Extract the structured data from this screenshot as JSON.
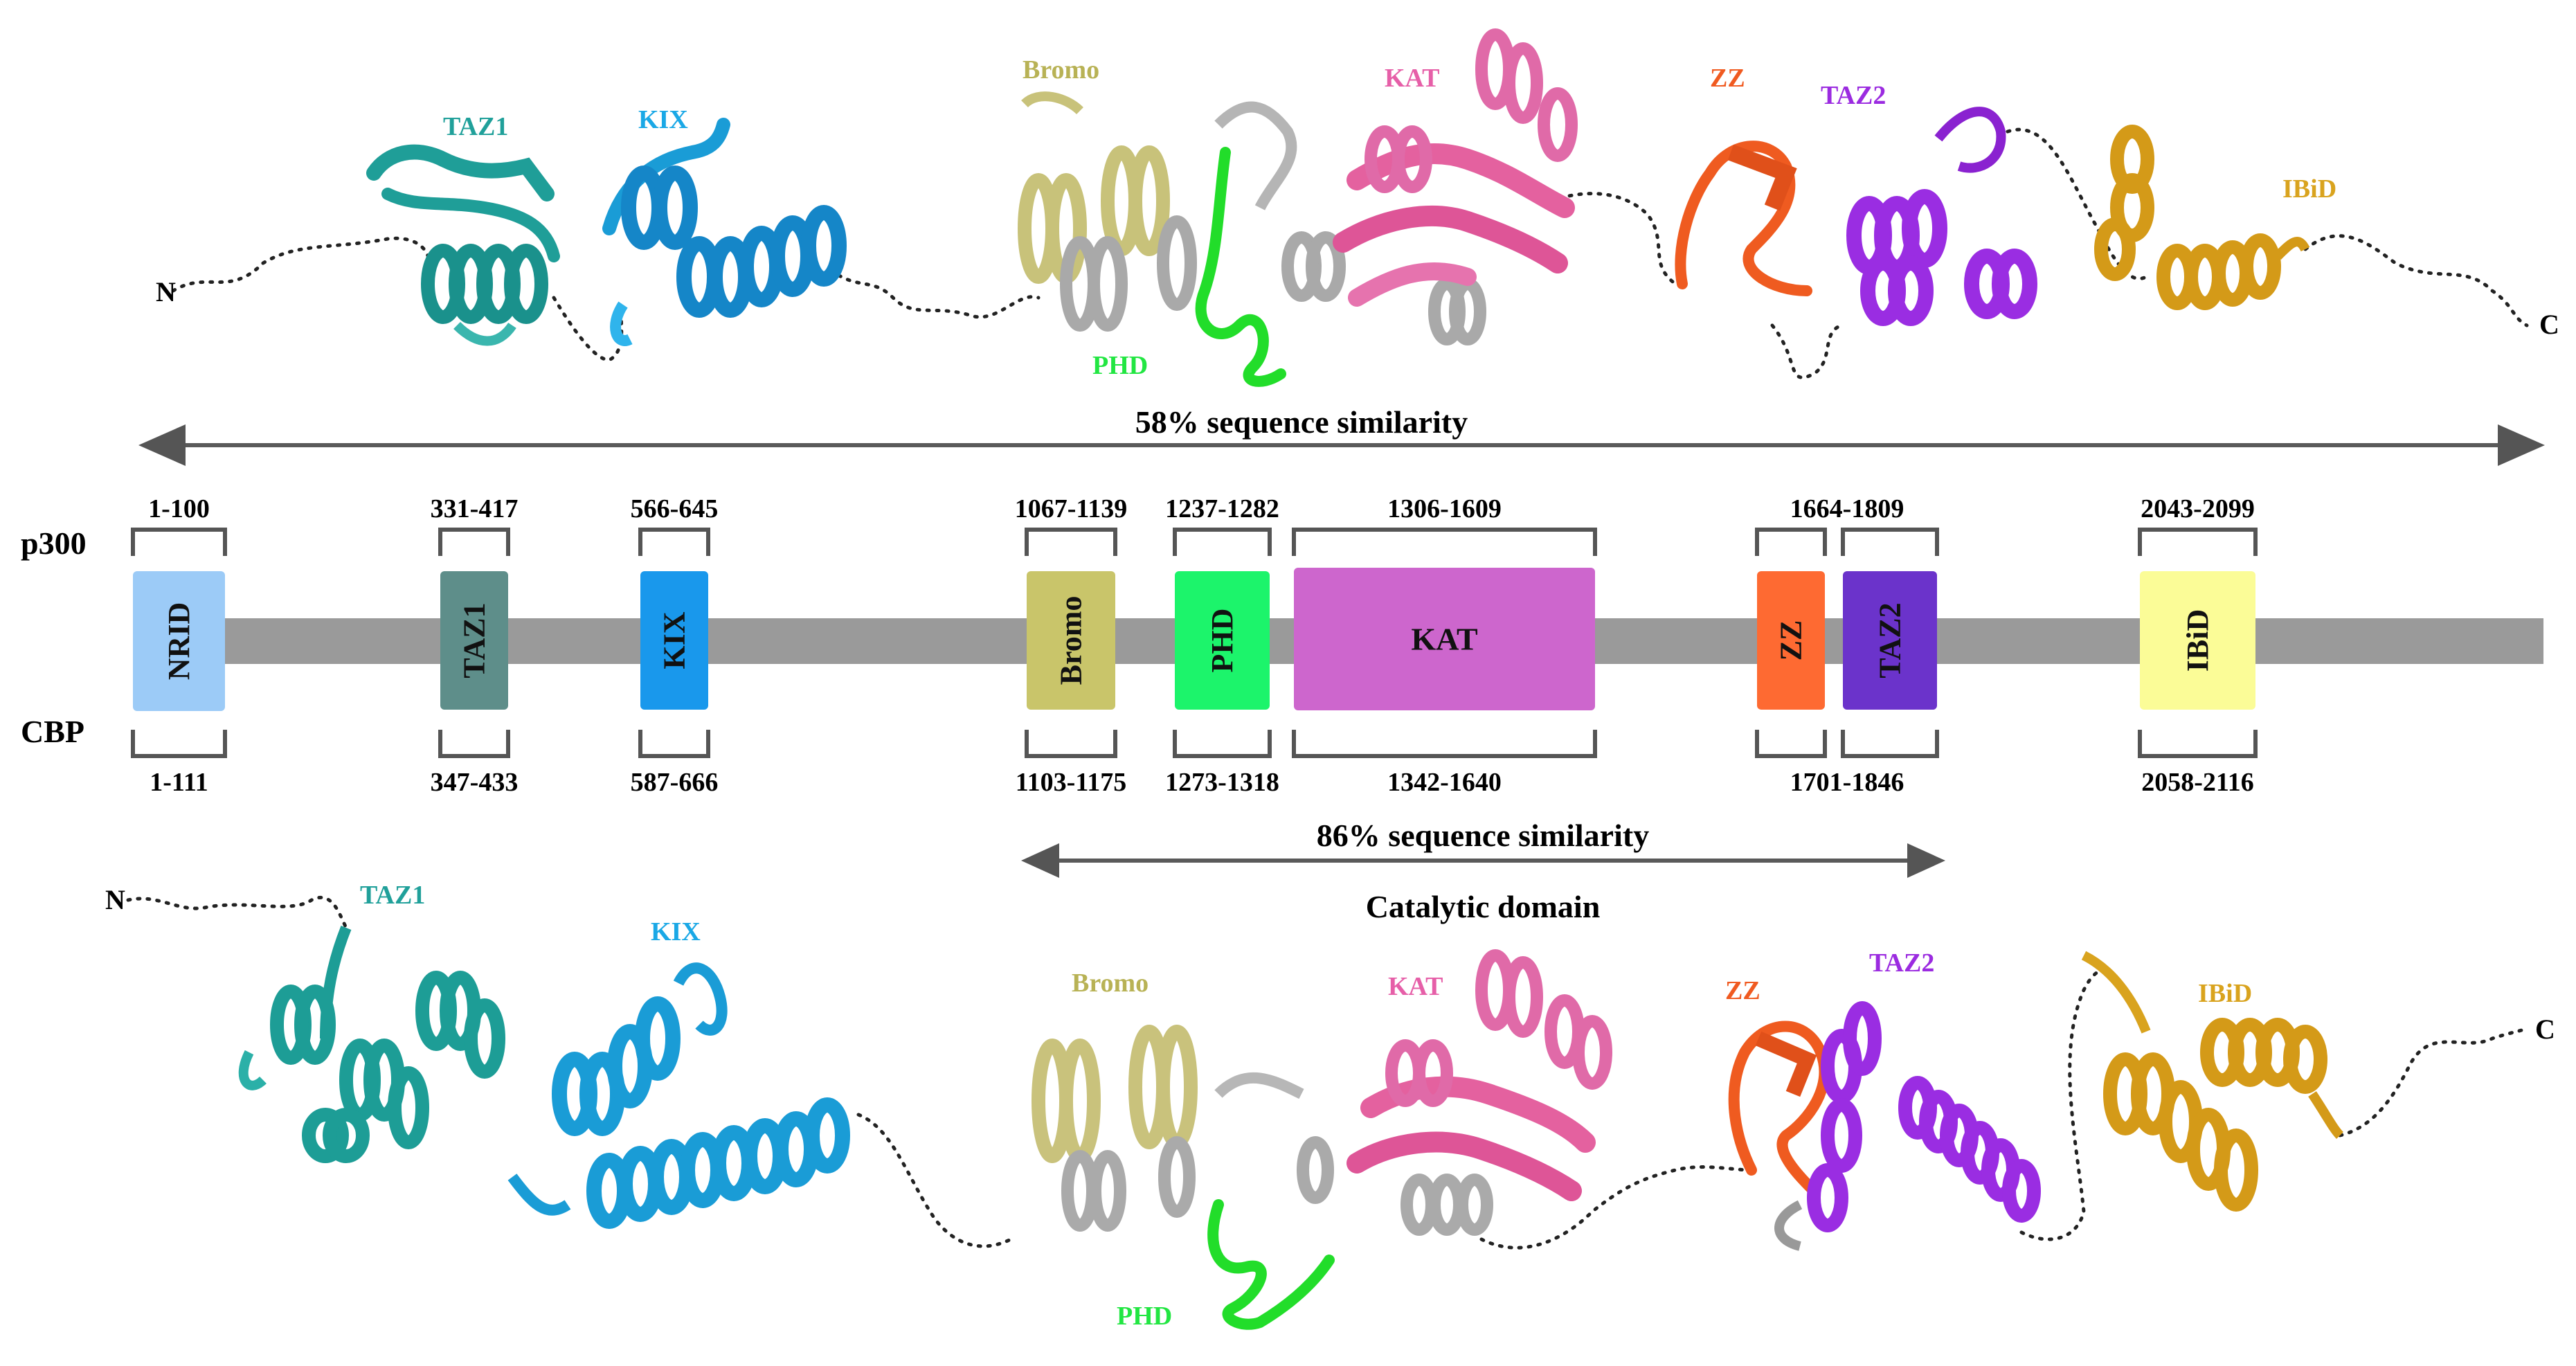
{
  "protein_labels": {
    "top": "p300",
    "bottom": "CBP"
  },
  "top_arrow": {
    "text": "58% sequence similarity",
    "color": "#5a5a5a"
  },
  "bottom_arrow": {
    "text": "86% sequence similarity",
    "caption": "Catalytic domain",
    "color": "#5a5a5a"
  },
  "domains": [
    {
      "id": "nrid",
      "label": "NRID",
      "p300": "1-100",
      "cbp": "1-111",
      "color": "#9ccbf7",
      "text_color": "#111111",
      "vertical": true
    },
    {
      "id": "taz1",
      "label": "TAZ1",
      "p300": "331-417",
      "cbp": "347-433",
      "color": "#5e8e8a",
      "text_color": "#111111",
      "vertical": true
    },
    {
      "id": "kix",
      "label": "KIX",
      "p300": "566-645",
      "cbp": "587-666",
      "color": "#1998ec",
      "text_color": "#111111",
      "vertical": true
    },
    {
      "id": "bromo",
      "label": "Bromo",
      "p300": "1067-1139",
      "cbp": "1103-1175",
      "color": "#c9c56a",
      "text_color": "#111111",
      "vertical": true
    },
    {
      "id": "phd",
      "label": "PHD",
      "p300": "1237-1282",
      "cbp": "1273-1318",
      "color": "#1cf46b",
      "text_color": "#111111",
      "vertical": true
    },
    {
      "id": "kat",
      "label": "KAT",
      "p300": "1306-1609",
      "cbp": "1342-1640",
      "color": "#cd66cd",
      "text_color": "#111111",
      "vertical": false
    },
    {
      "id": "zz",
      "label": "ZZ",
      "p300": "1664-1809",
      "cbp": "1701-1846",
      "color": "#fe6a32",
      "text_color": "#111111",
      "vertical": true
    },
    {
      "id": "taz2",
      "label": "TAZ2",
      "p300": "1664-1809",
      "cbp": "1701-1846",
      "color": "#6b33cb",
      "text_color": "#111111",
      "vertical": true
    },
    {
      "id": "ibid",
      "label": "IBiD",
      "p300": "2043-2099",
      "cbp": "2058-2116",
      "color": "#fbfc97",
      "text_color": "#111111",
      "vertical": true
    }
  ],
  "top_structure": {
    "n_terminus": "N",
    "c_terminus": "C",
    "labels": [
      {
        "text": "TAZ1",
        "color": "#20a09a",
        "icon": "helix-bundle"
      },
      {
        "text": "KIX",
        "color": "#1aa8e6",
        "icon": "helix-bundle"
      },
      {
        "text": "Bromo",
        "color": "#b8b255",
        "icon": "helix-bundle"
      },
      {
        "text": "KAT",
        "color": "#e65fa8",
        "icon": "sheet-helix"
      },
      {
        "text": "PHD",
        "color": "#22e642",
        "icon": "loop"
      },
      {
        "text": "ZZ",
        "color": "#f05a20",
        "icon": "loop"
      },
      {
        "text": "TAZ2",
        "color": "#9b2be0",
        "icon": "helix-bundle"
      },
      {
        "text": "IBiD",
        "color": "#d9a31e",
        "icon": "helix-bundle"
      }
    ]
  },
  "bottom_structure": {
    "n_terminus": "N",
    "c_terminus": "C",
    "labels": [
      {
        "text": "TAZ1",
        "color": "#20a09a",
        "icon": "helix-bundle"
      },
      {
        "text": "KIX",
        "color": "#1aa8e6",
        "icon": "helix-bundle"
      },
      {
        "text": "Bromo",
        "color": "#b8b255",
        "icon": "helix-bundle"
      },
      {
        "text": "KAT",
        "color": "#e65fa8",
        "icon": "sheet-helix"
      },
      {
        "text": "ZZ",
        "color": "#f05a20",
        "icon": "loop"
      },
      {
        "text": "TAZ2",
        "color": "#9b2be0",
        "icon": "helix-bundle"
      },
      {
        "text": "IBiD",
        "color": "#d9a31e",
        "icon": "helix-bundle"
      },
      {
        "text": "PHD",
        "color": "#22e642",
        "icon": "loop"
      }
    ]
  }
}
